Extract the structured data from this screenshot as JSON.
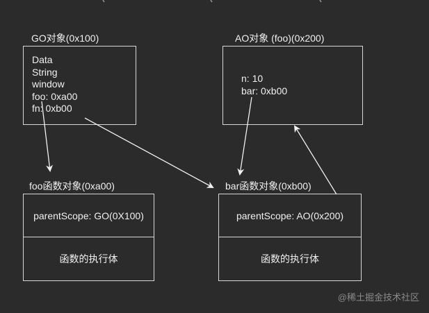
{
  "go_object": {
    "title": "GO对象(0x100)",
    "lines": [
      "Data",
      "String",
      "window",
      "foo: 0xa00",
      "fn: 0xb00"
    ]
  },
  "ao_object": {
    "title": "AO对象  (foo)(0x200)",
    "lines": [
      "n: 10",
      "bar: 0xb00"
    ]
  },
  "foo_function_object": {
    "title": "foo函数对象(0xa00)",
    "scope": "parentScope: GO(0X100)",
    "body": "函数的执行体"
  },
  "bar_function_object": {
    "title": "bar函数对象(0xb00)",
    "scope": "parentScope: AO(0x200)",
    "body": "函数的执行体"
  },
  "watermark": "@稀土掘金技术社区",
  "colors": {
    "background": "#2b2b2b",
    "stroke": "#d8d8d8",
    "text": "#f0f0f0"
  }
}
